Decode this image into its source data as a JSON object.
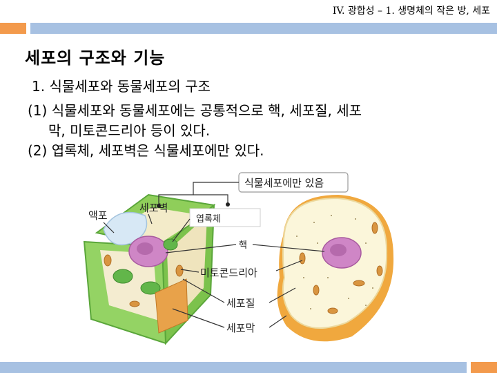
{
  "header": {
    "breadcrumb": "IV. 광합성 – 1. 생명체의 작은 방, 세포"
  },
  "slide": {
    "title": "세포의 구조와 기능",
    "lines": [
      "1. 식물세포와 동물세포의 구조",
      "(1) 식물세포와 동물세포에는 공통적으로 핵, 세포질, 세포",
      "막, 미토콘드리아 등이 있다.",
      "(2) 엽록체, 세포벽은 식물세포에만 있다."
    ]
  },
  "figure": {
    "labels": {
      "plant_only": "식물세포에만 있음",
      "vacuole": "액포",
      "cell_wall": "세포벽",
      "chloroplast": "엽록체",
      "nucleus": "핵",
      "mitochondria": "미토콘드리아",
      "cytoplasm": "세포질",
      "cell_membrane": "세포막"
    }
  },
  "colors": {
    "accent_orange": "#f39a4c",
    "accent_blue": "#a7c1e2"
  }
}
